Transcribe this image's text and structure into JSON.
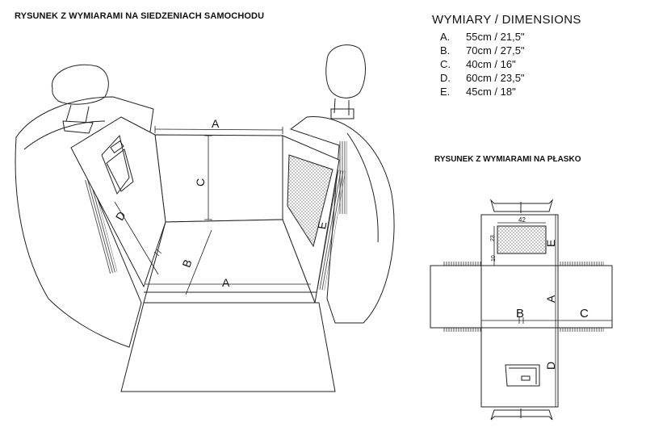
{
  "titles": {
    "seat_view": "RYSUNEK Z WYMIARAMI NA SIEDZENIACH SAMOCHODU",
    "flat_view": "RYSUNEK Z WYMIARAMI NA PŁASKO"
  },
  "dimensions": {
    "heading": "WYMIARY / DIMENSIONS",
    "items": [
      {
        "letter": "A.",
        "value": "55cm / 21,5\""
      },
      {
        "letter": "B.",
        "value": "70cm / 27,5\""
      },
      {
        "letter": "C.",
        "value": "40cm / 16\""
      },
      {
        "letter": "D.",
        "value": "60cm / 23,5\""
      },
      {
        "letter": "E.",
        "value": "45cm / 18\""
      }
    ]
  },
  "seat_labels": {
    "a_top": "A",
    "a_bottom": "A",
    "b": "B",
    "c": "C",
    "d": "D",
    "e": "E"
  },
  "flat_labels": {
    "a": "A",
    "b": "B",
    "c": "C",
    "d": "D",
    "e": "E",
    "n42": "42",
    "n23": "23",
    "n10": "10"
  }
}
